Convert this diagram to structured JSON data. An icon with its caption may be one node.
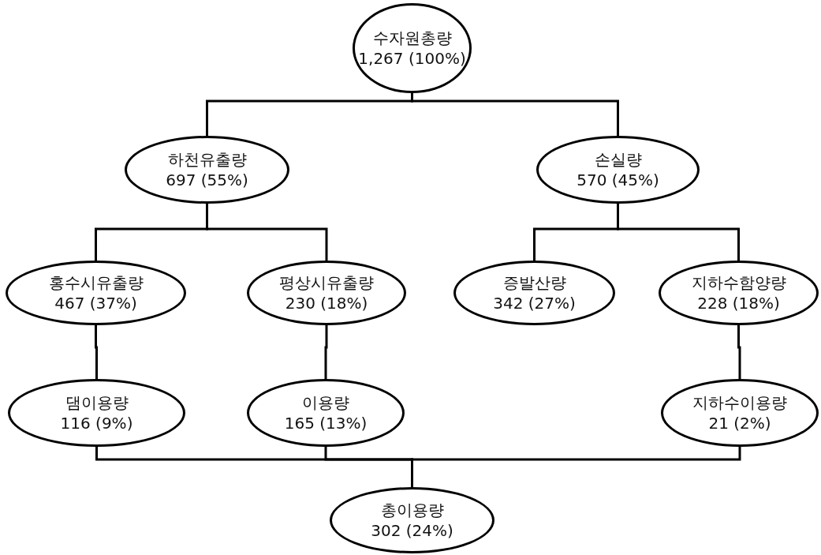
{
  "diagram": {
    "nodes": [
      {
        "text": [
          "수자원총량",
          "1,267 (100%)"
        ]
      },
      {
        "text": [
          "하천유출량",
          "697 (55%)"
        ]
      },
      {
        "text": [
          "손실량",
          "570 (45%)"
        ]
      },
      {
        "text": [
          "홍수시유출량",
          "467 (37%)"
        ]
      },
      {
        "text": [
          "평상시유출량",
          "230 (18%)"
        ]
      },
      {
        "text": [
          "증발산량",
          "342 (27%)"
        ]
      },
      {
        "text": [
          "지하수함양량",
          "228 (18%)"
        ]
      },
      {
        "text": [
          "댐이용량",
          "116 (9%)"
        ]
      },
      {
        "text": [
          "이용량",
          "165 (13%)"
        ]
      },
      {
        "text": [
          "지하수이용량",
          "21 (2%)"
        ]
      },
      {
        "text": [
          "총이용량",
          "302 (24%)"
        ]
      }
    ],
    "edges": [
      {
        "from": 0,
        "to": 1,
        "arrow": "none"
      },
      {
        "from": 0,
        "to": 2,
        "arrow": "none"
      },
      {
        "from": 1,
        "to": 3,
        "arrow": "none"
      },
      {
        "from": 1,
        "to": 4,
        "arrow": "none"
      },
      {
        "from": 2,
        "to": 5,
        "arrow": "none"
      },
      {
        "from": 2,
        "to": 6,
        "arrow": "none"
      },
      {
        "from": 3,
        "to": 7,
        "arrow": "none"
      },
      {
        "from": 4,
        "to": 8,
        "arrow": "none"
      },
      {
        "from": 6,
        "to": 9,
        "arrow": "none"
      },
      {
        "from": 7,
        "to": 10,
        "arrow": "none"
      },
      {
        "from": 8,
        "to": 10,
        "arrow": "none"
      },
      {
        "from": 9,
        "to": 10,
        "arrow": "none"
      }
    ]
  }
}
